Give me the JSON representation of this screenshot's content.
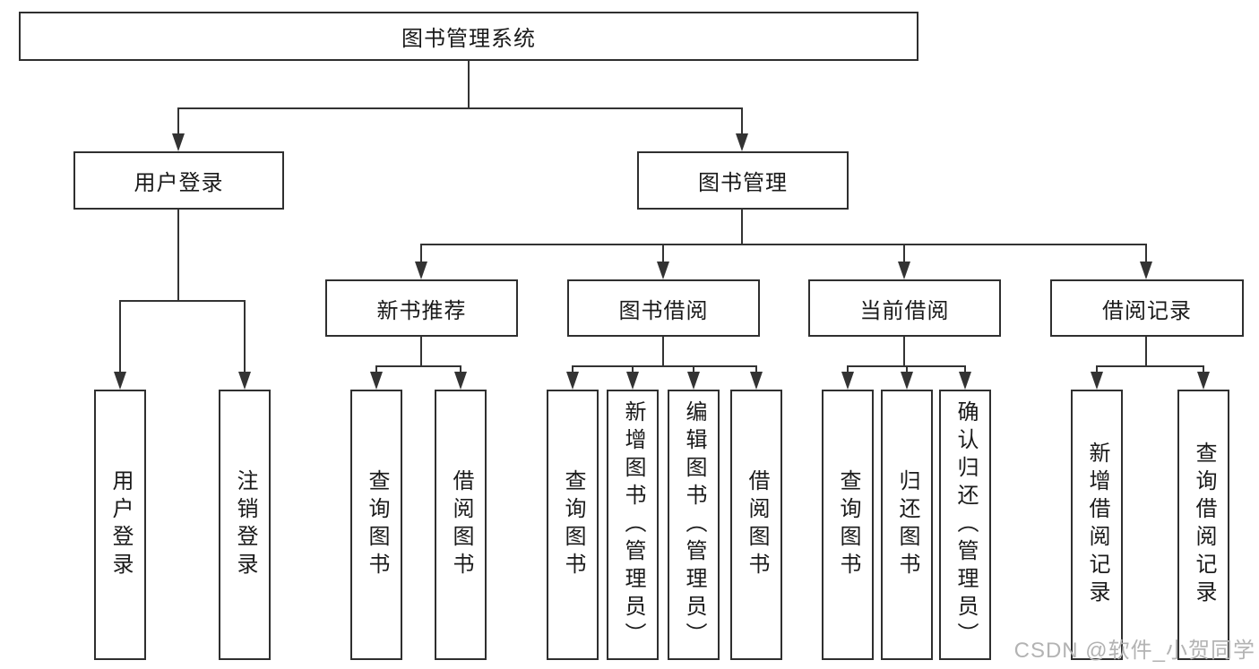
{
  "diagram": {
    "title": "图书管理系统",
    "tree": {
      "label": "图书管理系统",
      "children": [
        {
          "label": "用户登录",
          "children": [
            {
              "label": "用户登录"
            },
            {
              "label": "注销登录"
            }
          ]
        },
        {
          "label": "图书管理",
          "children": [
            {
              "label": "新书推荐",
              "children": [
                {
                  "label": "查询图书"
                },
                {
                  "label": "借阅图书"
                }
              ]
            },
            {
              "label": "图书借阅",
              "children": [
                {
                  "label": "查询图书"
                },
                {
                  "label": "新增图书（管理员）"
                },
                {
                  "label": "编辑图书（管理员）"
                },
                {
                  "label": "借阅图书"
                }
              ]
            },
            {
              "label": "当前借阅",
              "children": [
                {
                  "label": "查询图书"
                },
                {
                  "label": "归还图书"
                },
                {
                  "label": "确认归还（管理员）"
                }
              ]
            },
            {
              "label": "借阅记录",
              "children": [
                {
                  "label": "新增借阅记录"
                },
                {
                  "label": "查询借阅记录"
                }
              ]
            }
          ]
        }
      ]
    },
    "colors": {
      "line": "#333333",
      "border": "#2f2f2f",
      "text": "#1a1a1a",
      "background": "#ffffff",
      "watermark": "#b3b3b3"
    }
  },
  "watermark": {
    "text": "CSDN @软件_小贺同学"
  }
}
